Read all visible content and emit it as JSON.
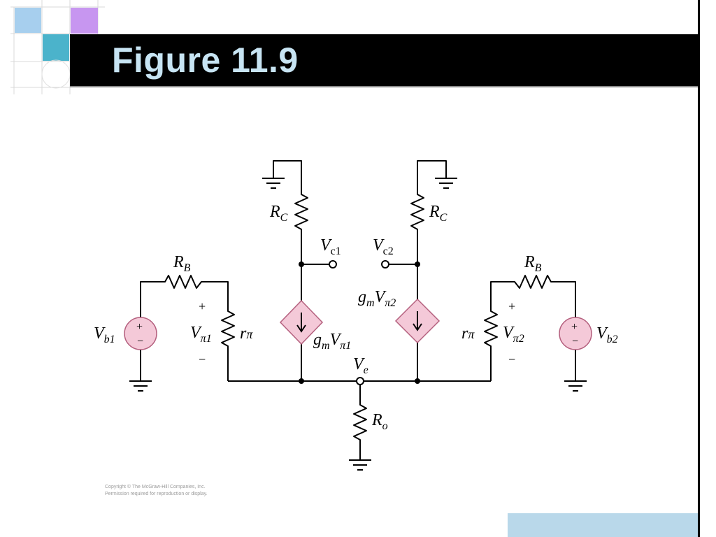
{
  "slide": {
    "title": "Figure 11.9",
    "copyright_lines": [
      "Copyright © The McGraw-Hill Companies, Inc.",
      "Permission required for reproduction or display."
    ]
  },
  "circuit": {
    "labels": {
      "rc_left": "R",
      "rc_left_sub": "C",
      "rc_right": "R",
      "rc_right_sub": "C",
      "vc1": "V",
      "vc1_sub": "c1",
      "vc2": "V",
      "vc2_sub": "c2",
      "rb_left": "R",
      "rb_left_sub": "B",
      "rb_right": "R",
      "rb_right_sub": "B",
      "vb1": "V",
      "vb1_sub": "b1",
      "vb2": "V",
      "vb2_sub": "b2",
      "vpi1": "V",
      "vpi1_sub": "π1",
      "vpi2": "V",
      "vpi2_sub": "π2",
      "rpi_left": "r",
      "rpi_left_sub": "π",
      "rpi_right": "r",
      "rpi_right_sub": "π",
      "gm1": "g",
      "gm1_sub": "m",
      "gm1_v": "V",
      "gm1_v_sub": "π1",
      "gm2": "g",
      "gm2_sub": "m",
      "gm2_v": "V",
      "gm2_v_sub": "π2",
      "ve": "V",
      "ve_sub": "e",
      "ro": "R",
      "ro_sub": "o",
      "plus": "+",
      "minus": "−"
    }
  },
  "colors": {
    "template_light_blue": "#a7cfee",
    "template_teal": "#4bb3cb",
    "template_purple": "#c796f0",
    "title_text": "#c7e4f3",
    "source_fill": "#f4c9d8",
    "source_stroke": "#b5617f"
  }
}
